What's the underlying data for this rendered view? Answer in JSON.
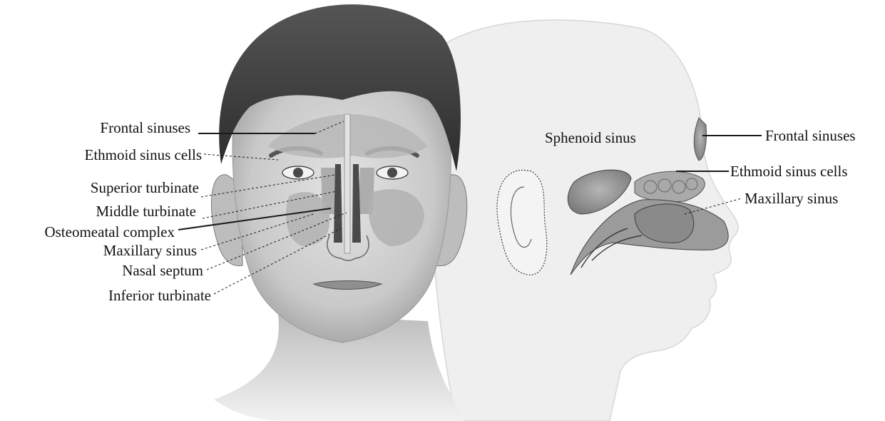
{
  "front_view": {
    "labels": {
      "frontal_sinuses": "Frontal sinuses",
      "ethmoid_sinus_cells": "Ethmoid sinus cells",
      "superior_turbinate": "Superior turbinate",
      "middle_turbinate": "Middle turbinate",
      "osteomeatal_complex": "Osteomeatal complex",
      "maxillary_sinus": "Maxillary sinus",
      "nasal_septum": "Nasal septum",
      "inferior_turbinate": "Inferior turbinate"
    }
  },
  "side_view": {
    "labels": {
      "sphenoid_sinus": "Sphenoid sinus",
      "frontal_sinuses": "Frontal sinuses",
      "ethmoid_sinus_cells": "Ethmoid sinus cells",
      "maxillary_sinus": "Maxillary sinus"
    }
  },
  "colors": {
    "background": "#ffffff",
    "label_text": "#111111",
    "leader_line": "#1a1a1a",
    "sinus_fill": "#9a9a9a",
    "skin": "#cfcfcf",
    "hair": "#3a3a3a",
    "profile_head": "#ededed"
  }
}
